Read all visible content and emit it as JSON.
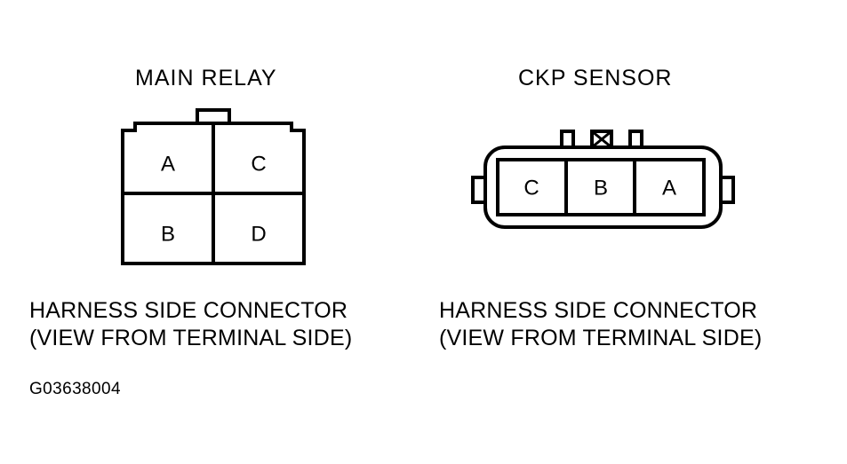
{
  "figure": {
    "code": "G03638004",
    "background_color": "#ffffff",
    "line_color": "#000000"
  },
  "connectors": [
    {
      "id": "main-relay",
      "title": "MAIN RELAY",
      "type": "rectangular-4-pin",
      "caption_line1": "HARNESS SIDE CONNECTOR",
      "caption_line2": "(VIEW FROM TERMINAL SIDE)",
      "layout": "2x2-grid",
      "pins": [
        {
          "label": "A",
          "row": 0,
          "col": 0
        },
        {
          "label": "C",
          "row": 0,
          "col": 1
        },
        {
          "label": "B",
          "row": 1,
          "col": 0
        },
        {
          "label": "D",
          "row": 1,
          "col": 1
        }
      ],
      "features": [
        "top-center-locking-tab",
        "top-left-step-notch",
        "top-right-step-notch"
      ]
    },
    {
      "id": "ckp-sensor",
      "title": "CKP SENSOR",
      "type": "rounded-3-pin",
      "caption_line1": "HARNESS SIDE CONNECTOR",
      "caption_line2": "(VIEW FROM TERMINAL SIDE)",
      "layout": "1x3-row",
      "pins": [
        {
          "label": "C",
          "row": 0,
          "col": 0
        },
        {
          "label": "B",
          "row": 0,
          "col": 1
        },
        {
          "label": "A",
          "row": 0,
          "col": 2
        }
      ],
      "features": [
        "top-tab-left-plain",
        "top-tab-center-crossed",
        "top-tab-right-plain",
        "left-side-ear",
        "right-side-ear"
      ]
    }
  ]
}
